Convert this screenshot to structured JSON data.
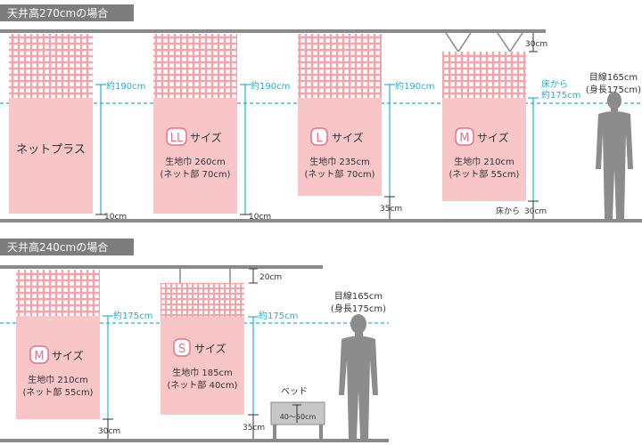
{
  "section1": {
    "title": "天井高270cmの場合",
    "panels": [
      {
        "label": "ネットプラス",
        "size_letter": "",
        "size_suffix": "",
        "spec1": "",
        "spec2": "",
        "height_label": "約190cm",
        "gap_label": "10cm"
      },
      {
        "label": "",
        "size_letter": "LL",
        "size_suffix": "サイズ",
        "spec1": "生地巾 260cm",
        "spec2": "(ネット部 70cm)",
        "height_label": "約190cm",
        "gap_label": "10cm"
      },
      {
        "label": "",
        "size_letter": "L",
        "size_suffix": "サイズ",
        "spec1": "生地巾 235cm",
        "spec2": "(ネット部 70cm)",
        "height_label": "約190cm",
        "gap_label": "35cm"
      },
      {
        "label": "",
        "size_letter": "M",
        "size_suffix": "サイズ",
        "spec1": "生地巾 210cm",
        "spec2": "(ネット部 55cm)",
        "height_label1": "床から",
        "height_label2": "約175cm",
        "gap_label": "30cm",
        "top_gap_label": "30cm",
        "floor_label": "床から"
      }
    ],
    "person": {
      "line1": "目線165cm",
      "line2": "(身長175cm)"
    }
  },
  "section2": {
    "title": "天井高240cmの場合",
    "panels": [
      {
        "size_letter": "M",
        "size_suffix": "サイズ",
        "spec1": "生地巾 210cm",
        "spec2": "(ネット部 55cm)",
        "height_label": "約175cm",
        "gap_label": "30cm"
      },
      {
        "size_letter": "S",
        "size_suffix": "サイズ",
        "spec1": "生地巾 185cm",
        "spec2": "(ネット部 40cm)",
        "height_label": "約175cm",
        "gap_label": "35cm",
        "top_gap_label": "20cm"
      }
    ],
    "bed": {
      "label": "ベッド",
      "height_label": "40～50cm"
    },
    "person": {
      "line1": "目線165cm",
      "line2": "(身長175cm)"
    }
  },
  "colors": {
    "panel": "#f8c6c6",
    "net": "#f4a9a9",
    "accent": "#e8708a",
    "guide": "#1fb3d6",
    "ceiling": "#8a8a8a",
    "person": "#8c8c8c",
    "title_bg": "#7d7d7d"
  }
}
